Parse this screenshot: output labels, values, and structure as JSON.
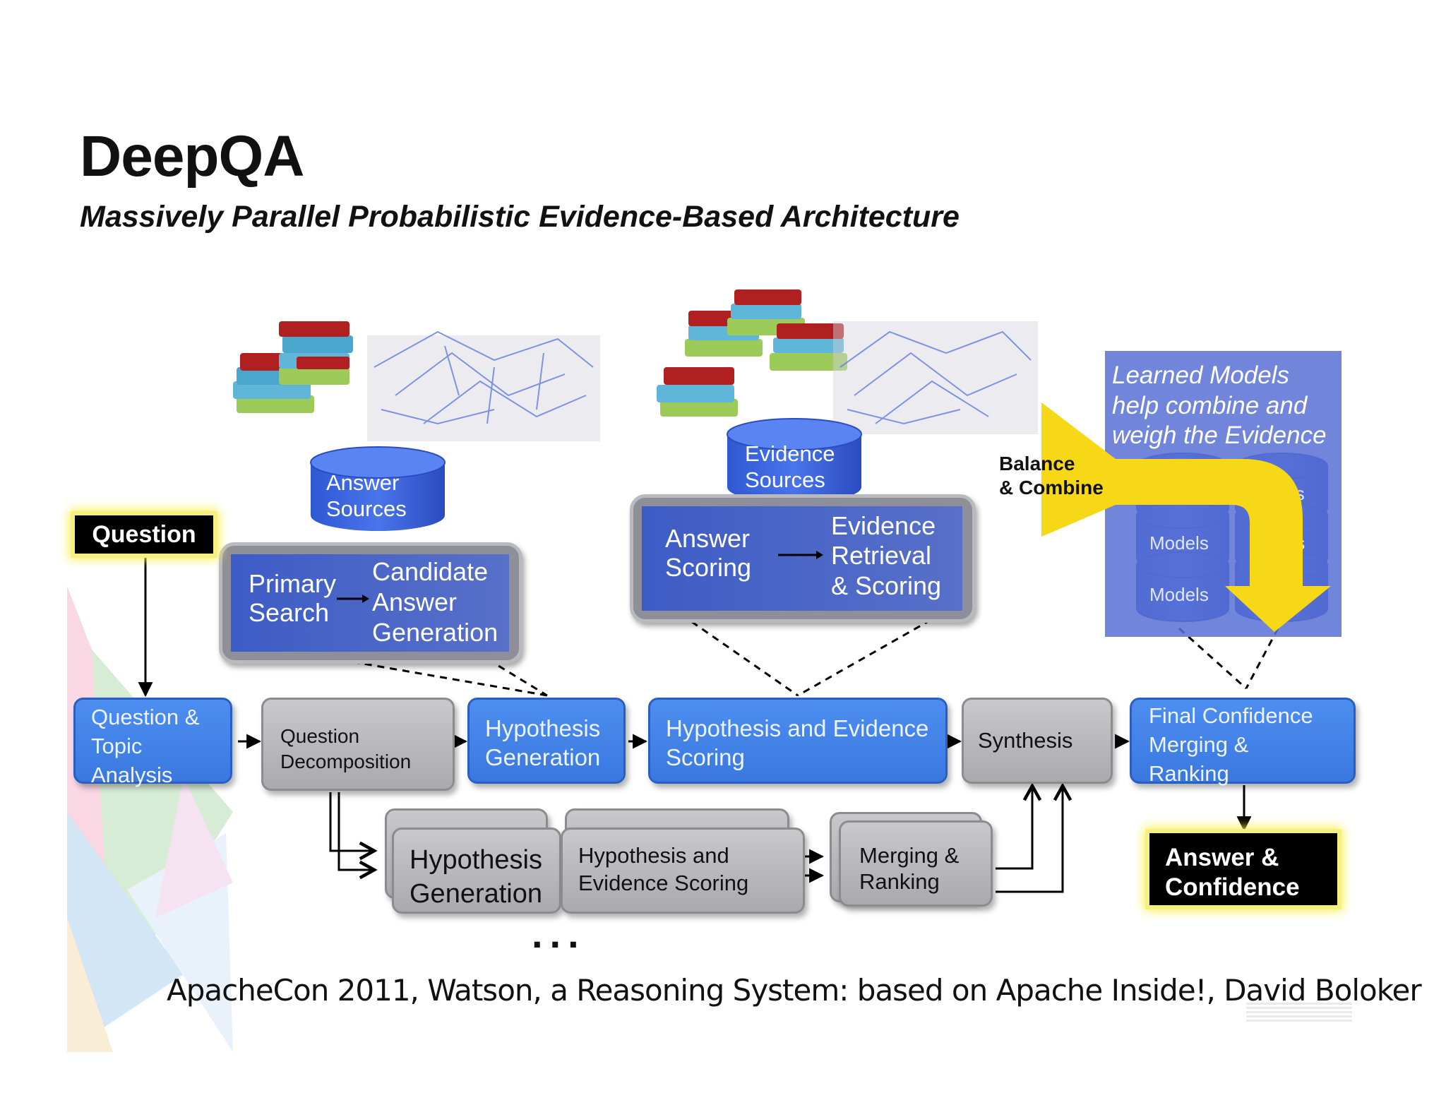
{
  "title": "DeepQA",
  "subtitle": "Massively Parallel Probabilistic Evidence-Based Architecture",
  "inputs": {
    "question": "Question",
    "answer_confidence": "Answer &\nConfidence"
  },
  "sources": {
    "answer_sources": "Answer\nSources",
    "evidence_sources": "Evidence\nSources"
  },
  "panels": {
    "primary_search": "Primary\nSearch",
    "candidate_answer_generation": "Candidate\nAnswer\nGeneration",
    "answer_scoring": "Answer\nScoring",
    "evidence_retrieval_scoring": "Evidence\nRetrieval\n& Scoring"
  },
  "learned_models": {
    "caption": "Learned Models\nhelp combine and\nweigh the Evidence",
    "balance_combine": "Balance\n& Combine",
    "model_label": "Models",
    "partial_label_1": "dels",
    "partial_label_2": "els",
    "partial_label_3": "s"
  },
  "pipeline": {
    "question_topic_analysis": "Question &\nTopic\nAnalysis",
    "question_decomposition": "Question\nDecomposition",
    "hypothesis_generation": "Hypothesis\nGeneration",
    "hypothesis_evidence_scoring": "Hypothesis and Evidence\nScoring",
    "synthesis": "Synthesis",
    "final_confidence": "Final Confidence\nMerging &\nRanking"
  },
  "parallel": {
    "hypothesis_generation": "Hypothesis\nGeneration",
    "hypothesis_evidence_scoring": "Hypothesis and\nEvidence Scoring",
    "merging_ranking": "Merging &\nRanking",
    "ellipsis": "..."
  },
  "footer": "ApacheCon 2011, Watson, a Reasoning System: based on Apache Inside!, David Boloker",
  "colors": {
    "pipeline_blue": "#4d8ef0",
    "pipeline_gray": "#b9b9bd",
    "highlight_yellow": "#f7d816",
    "book_red": "#b02020"
  }
}
